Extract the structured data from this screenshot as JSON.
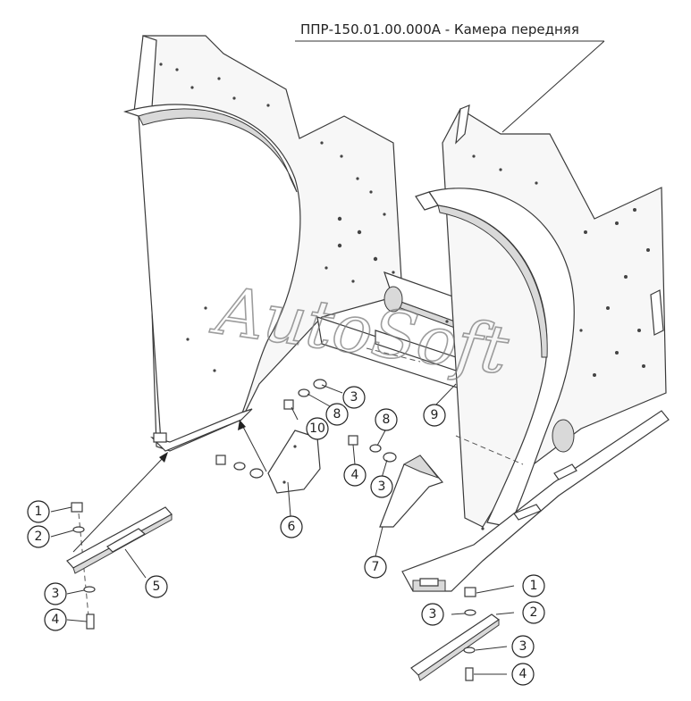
{
  "title": "ППР-150.01.00.000А - Камера передняя",
  "watermark": "AutoSoft",
  "callouts": [
    {
      "id": "c1a",
      "label": "1"
    },
    {
      "id": "c2a",
      "label": "2"
    },
    {
      "id": "c3a",
      "label": "3"
    },
    {
      "id": "c4a",
      "label": "4"
    },
    {
      "id": "c5",
      "label": "5"
    },
    {
      "id": "c6",
      "label": "6"
    },
    {
      "id": "c7",
      "label": "7"
    },
    {
      "id": "c8a",
      "label": "8"
    },
    {
      "id": "c8b",
      "label": "8"
    },
    {
      "id": "c3b",
      "label": "3"
    },
    {
      "id": "c3c",
      "label": "3"
    },
    {
      "id": "c4b",
      "label": "4"
    },
    {
      "id": "c10",
      "label": "10"
    },
    {
      "id": "c9",
      "label": "9"
    },
    {
      "id": "c1b",
      "label": "1"
    },
    {
      "id": "c2b",
      "label": "2"
    },
    {
      "id": "c3d",
      "label": "3"
    },
    {
      "id": "c3e",
      "label": "3"
    },
    {
      "id": "c4c",
      "label": "4"
    }
  ]
}
